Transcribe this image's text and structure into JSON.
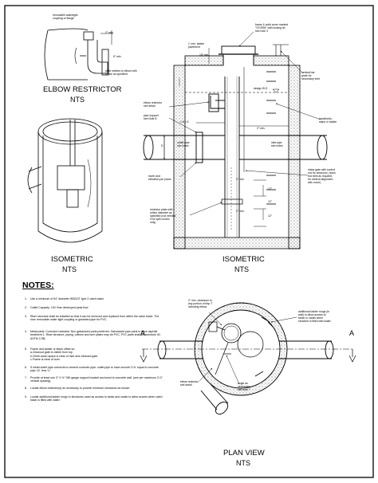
{
  "elbow_restrictor": {
    "title": "ELBOW RESTRICTOR",
    "scale": "NTS",
    "callouts": {
      "coupling": "removable watertight\ncoupling or flange",
      "dim_2in": "2\" min.",
      "dim_6in": "6\" min.",
      "plate": "plate welded to elbow with\norifice as specified"
    }
  },
  "isometric_left": {
    "title": "ISOMETRIC",
    "scale": "NTS"
  },
  "isometric_right": {
    "title": "ISOMETRIC",
    "scale": "NTS",
    "callouts": {
      "frame_cover": "frame & solid cover marked\n\"STORM\" with locking lid\nsee note 3",
      "ladder_min": "1' min. ladder\npavement",
      "dim_18": "18\" min.",
      "design_ws": "design W.S.",
      "elbow_restrictor": "elbow restrictor\nsee detail",
      "pipe_support": "pipe support\nsee Note 8",
      "dim_15d": "1.5 x D",
      "dim_2min": "2\" min.",
      "outlet_pipe": "outlet pipe\nsee notes",
      "inlet_pipe": "inlet pipe\nsee notes",
      "vertical_bar": "vertical bar\ngrate for\nsecondary inlet",
      "handholds": "handholds,\nsteps or ladder",
      "invert": "invert and\nelevation per plans",
      "shear_gate": "shear gate with control\nrod for cleanout ( down\nrod bent as required\nfor vertical alignment\nwith cover)",
      "dim_12a": "12\"",
      "dim_12b": "12\"",
      "dim_12c": "12\"",
      "restrictor_plate": "restrictor plate with\norifice diameter as\nspecified (not needed\nif for spill control\nonly)",
      "dim_d": "D"
    }
  },
  "plan_view": {
    "title": "PLAN VIEW",
    "scale": "NTS",
    "section_left": "A",
    "section_right": "A",
    "callouts": {
      "clearance": "2\" min. clearance to\nany portion of frap T\nincluding elbow",
      "ladder_rungs": "additional ladder rungs (in\nwall) to allow access to\ntanks or vaults when\nstructure is filled with water.",
      "angle": "angle as\nnecessary\nsee note 7",
      "elbow": "elbow restrictor\nsee detail"
    }
  },
  "notes": {
    "heading": "NOTES:",
    "items": [
      {
        "n": "1.",
        "text": "Use a minimum of 54\" diameter WSDOT type 2 catch basin."
      },
      {
        "n": "2.",
        "text": "Outlet Capacity: 100 Year developed peak flow"
      },
      {
        "n": "3.",
        "text": "Riser structure shall be installed so that it can be removed and replaced from within the catch basin. The riser removable water tight coupling or gasketed pipe for PVC."
      },
      {
        "n": "4.",
        "text": "Metal parts: Corrosion resistant. Non galvanized parts preferred. Galvanized pipe parts to have asphalt treatment 1. Riser structure, piping, orifices and weir plates may be PVC, PVC parts shall be schedule 40. ASTM 1785."
      },
      {
        "n": "5.",
        "text": "Frame and ladder or steps offset so:\na.Cleanout gate is visible from  top.\nb.Climb-down space is clear of riser and cleanout gate.\nc.Frame is clear of curb."
      },
      {
        "n": "6.",
        "text": "If metal outlet pipe connects to cement concrete pipe: outlet pipe to have smooth O.D. equal to concrete pipe I.D. less ¼\"."
      },
      {
        "n": "7.",
        "text": "Provide at least one 3\" X ½\" 060 gauge support bracket anchored to concrete wall. (see per maximum 3'-0\" vertical spacing)."
      },
      {
        "n": "8.",
        "text": "Locate elbow restrictor(s) as necessary to provide minimum clearance as shown."
      },
      {
        "n": "9.",
        "text": "Locate additional ladder rungs in structures used as access to tanks and vaults to allow access when catch basin is filled with water."
      }
    ]
  }
}
